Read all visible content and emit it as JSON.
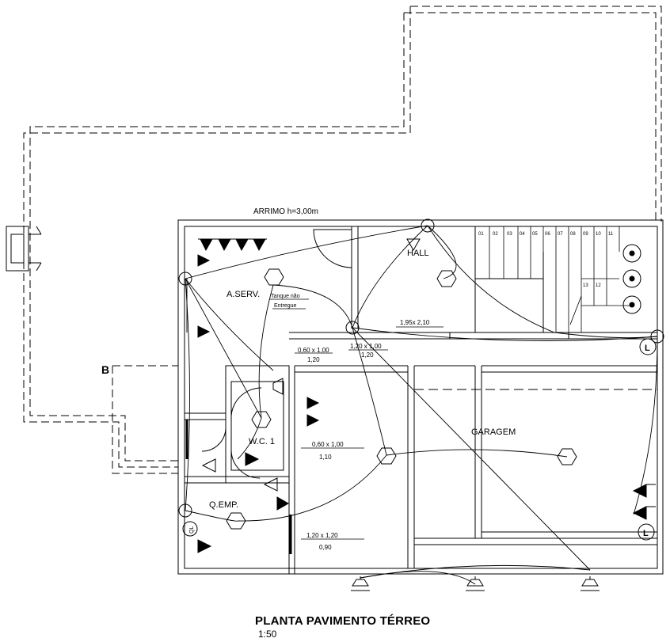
{
  "drawing": {
    "title": "PLANTA PAVIMENTO TÉRREO",
    "scale": "1:50",
    "wall_note": "ARRIMO  h=3,00m",
    "section_mark": "B"
  },
  "rooms": {
    "service": "A.SERV.",
    "hall": "HALL",
    "wc": "W.C. 1",
    "q_emp": "Q.EMP.",
    "garage": "GARAGEM"
  },
  "notes": {
    "tanque_line1": "Tanque não",
    "tanque_line2": "Entregue"
  },
  "openings": [
    {
      "size": "0,60 x 1,00",
      "sill": "1,20"
    },
    {
      "size": "1,20 x 1,00",
      "sill": "1,20"
    },
    {
      "size": "1,95x 2,10",
      "sill": ""
    },
    {
      "size": "0,60 x 1,00",
      "sill": "1,10"
    },
    {
      "size": "1,20 x 1,20",
      "sill": "0,90"
    }
  ],
  "stair_steps": [
    "01",
    "02",
    "03",
    "04",
    "05",
    "06",
    "07",
    "08",
    "09",
    "10",
    "11",
    "12",
    "13"
  ],
  "symbols": {
    "light_switch": "L",
    "panel_label": "QL"
  },
  "colors": {
    "line": "#000000",
    "background": "#ffffff"
  }
}
